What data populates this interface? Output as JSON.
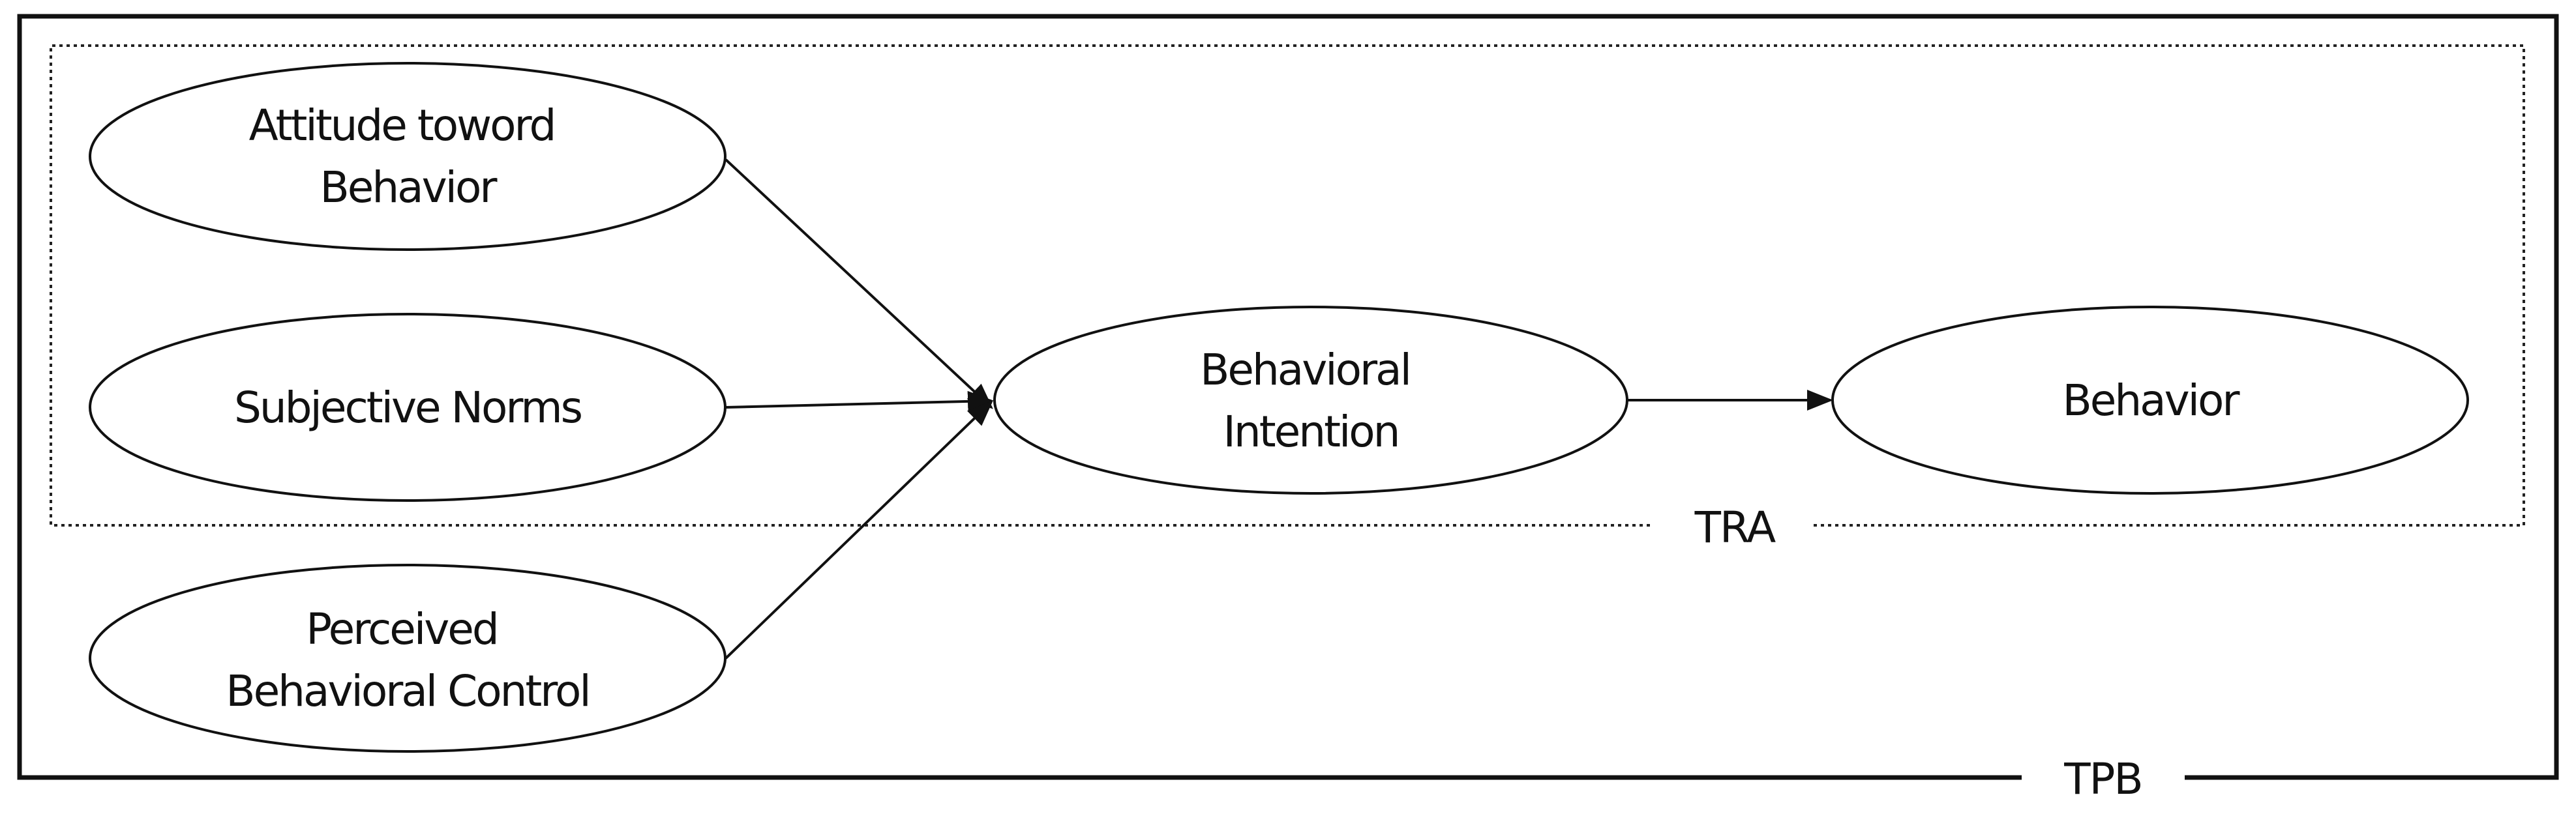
{
  "diagram": {
    "frames": {
      "tpb": {
        "label": "TPB",
        "style": "solid"
      },
      "tra": {
        "label": "TRA",
        "style": "dotted"
      }
    },
    "nodes": {
      "attitude": {
        "lines": [
          "Attitude toword",
          "Behavior"
        ]
      },
      "norms": {
        "lines": [
          "Subjective Norms"
        ]
      },
      "control": {
        "lines": [
          "Perceived",
          "Behavioral Control"
        ]
      },
      "intention": {
        "lines": [
          "Behavioral",
          "Intention"
        ]
      },
      "behavior": {
        "lines": [
          "Behavior"
        ]
      }
    },
    "edges": [
      {
        "from": "attitude",
        "to": "intention"
      },
      {
        "from": "norms",
        "to": "intention"
      },
      {
        "from": "control",
        "to": "intention"
      },
      {
        "from": "intention",
        "to": "behavior"
      }
    ]
  }
}
